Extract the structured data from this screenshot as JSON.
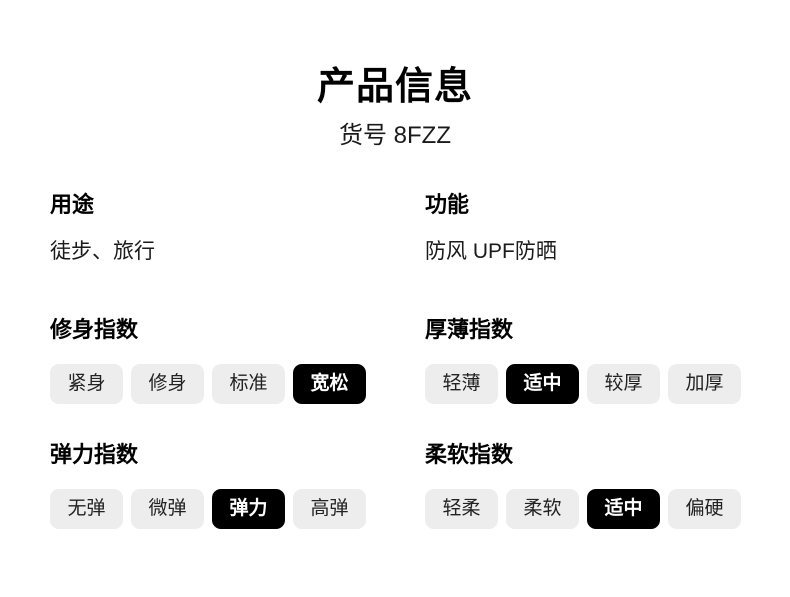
{
  "header": {
    "title": "产品信息",
    "subtitle": "货号 8FZZ"
  },
  "colors": {
    "background": "#ffffff",
    "chip_unselected_bg": "#ededed",
    "chip_unselected_text": "#222222",
    "chip_selected_bg": "#000000",
    "chip_selected_text": "#ffffff",
    "title_text": "#000000",
    "body_text": "#1a1a1a"
  },
  "sections": [
    {
      "id": "usage",
      "title": "用途",
      "type": "text",
      "value": "徒步、旅行"
    },
    {
      "id": "function",
      "title": "功能",
      "type": "text",
      "value": "防风 UPF防晒"
    },
    {
      "id": "fit-index",
      "title": "修身指数",
      "type": "chips",
      "options": [
        "紧身",
        "修身",
        "标准",
        "宽松"
      ],
      "selected": "宽松",
      "selected_index": 3
    },
    {
      "id": "thickness-index",
      "title": "厚薄指数",
      "type": "chips",
      "options": [
        "轻薄",
        "适中",
        "较厚",
        "加厚"
      ],
      "selected": "适中",
      "selected_index": 1
    },
    {
      "id": "elasticity-index",
      "title": "弹力指数",
      "type": "chips",
      "options": [
        "无弹",
        "微弹",
        "弹力",
        "高弹"
      ],
      "selected": "弹力",
      "selected_index": 2
    },
    {
      "id": "softness-index",
      "title": "柔软指数",
      "type": "chips",
      "options": [
        "轻柔",
        "柔软",
        "适中",
        "偏硬"
      ],
      "selected": "适中",
      "selected_index": 2
    }
  ]
}
